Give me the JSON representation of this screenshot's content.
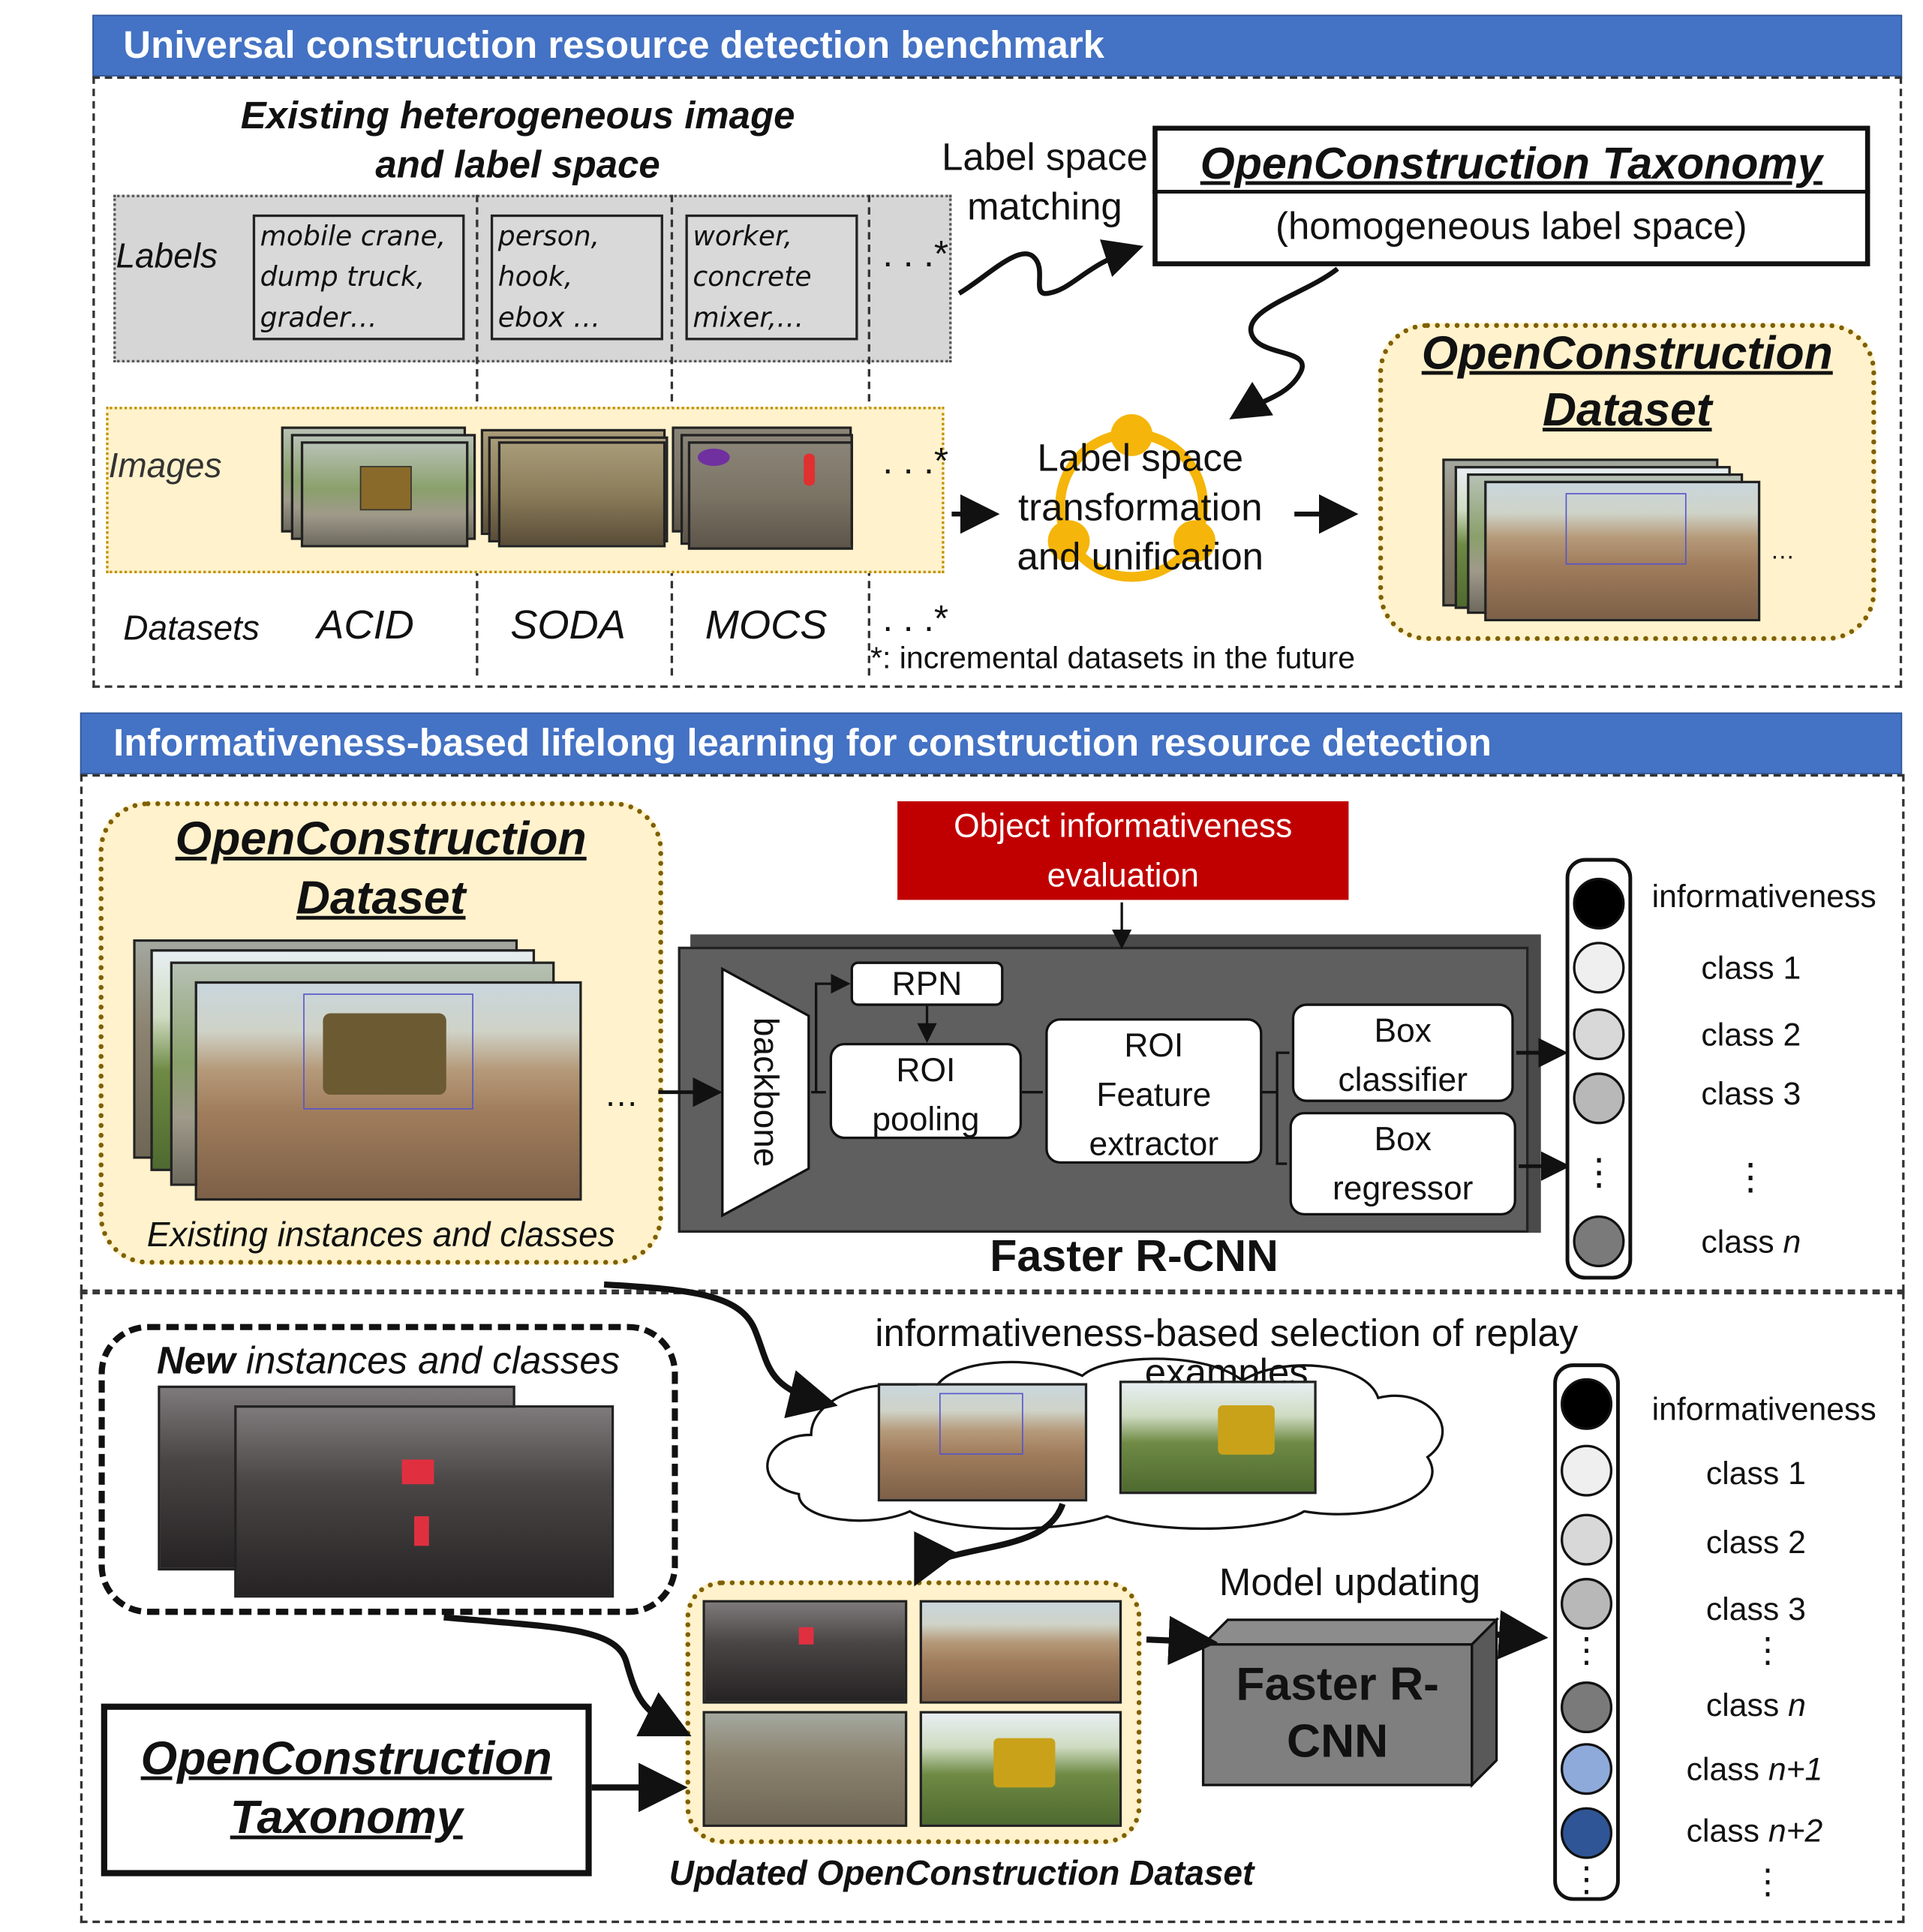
{
  "section1": {
    "banner": "Universal construction resource detection benchmark",
    "existing_title_1": "Existing heterogeneous image",
    "existing_title_2": "and label space",
    "labels_row": "Labels",
    "images_row": "Images",
    "datasets_row": "Datasets",
    "label_boxes": [
      [
        "mobile crane,",
        "dump truck,",
        "grader…"
      ],
      [
        "person,",
        "hook,",
        "ebox …"
      ],
      [
        "worker,",
        "concrete",
        "mixer,…"
      ]
    ],
    "datasets": [
      "ACID",
      "SODA",
      "MOCS"
    ],
    "ellipsis_star": ". . .*",
    "label_space_matching_1": "Label space",
    "label_space_matching_2": "matching",
    "taxonomy_title": "OpenConstruction Taxonomy",
    "taxonomy_subtitle": "(homogeneous label space)",
    "transformation_1": "Label space",
    "transformation_2": "transformation",
    "transformation_3": "and unification",
    "dataset_title_1": "OpenConstruction",
    "dataset_title_2": "Dataset",
    "dataset_ellipsis": "…",
    "footnote": "*: incremental datasets in the future"
  },
  "section2": {
    "banner": "Informativeness-based lifelong learning for construction resource detection",
    "dataset_title_1": "OpenConstruction",
    "dataset_title_2": "Dataset",
    "existing_caption": "Existing instances and classes",
    "ellipsis": "…",
    "informativeness_eval_1": "Object informativeness",
    "informativeness_eval_2": "evaluation",
    "backbone": "backbone",
    "rpn": "RPN",
    "roi_pooling_1": "ROI",
    "roi_pooling_2": "pooling",
    "roi_feature_1": "ROI",
    "roi_feature_2": "Feature",
    "roi_feature_3": "extractor",
    "box_classifier_1": "Box",
    "box_classifier_2": "classifier",
    "box_regressor_1": "Box",
    "box_regressor_2": "regressor",
    "faster_rcnn": "Faster R-CNN",
    "outputs": {
      "informativeness": "informativeness",
      "class1": "class 1",
      "class2": "class 2",
      "class3": "class 3",
      "vdots": "⋮",
      "classn_prefix": "class ",
      "classn_var": "n"
    }
  },
  "section3": {
    "new_caption_bold": "New",
    "new_caption_rest": " instances and classes",
    "replay_1": "informativeness-based selection of replay",
    "replay_2": "examples",
    "taxonomy_title_1": "OpenConstruction",
    "taxonomy_title_2": "Taxonomy",
    "updated_caption": "Updated OpenConstruction Dataset",
    "model_updating": "Model updating",
    "faster_rcnn_1": "Faster R-",
    "faster_rcnn_2": "CNN",
    "outputs": {
      "informativeness": "informativeness",
      "class1": "class 1",
      "class2": "class 2",
      "class3": "class 3",
      "vdots": "⋮",
      "classn_prefix": "class ",
      "classn_var": "n",
      "classn1_var": "n+1",
      "classn2_var": "n+2"
    }
  },
  "colors": {
    "banner_blue": "#4472c4",
    "eval_red": "#c00000",
    "frcnn_gray": "#5f5f5f",
    "yellow_fill": "#fff2cc",
    "yellow_dots": "#bf9000",
    "ring_yellow": "#f5b50a",
    "class_n1_blue": "#8eaadb",
    "class_n2_blue": "#2f5597"
  }
}
